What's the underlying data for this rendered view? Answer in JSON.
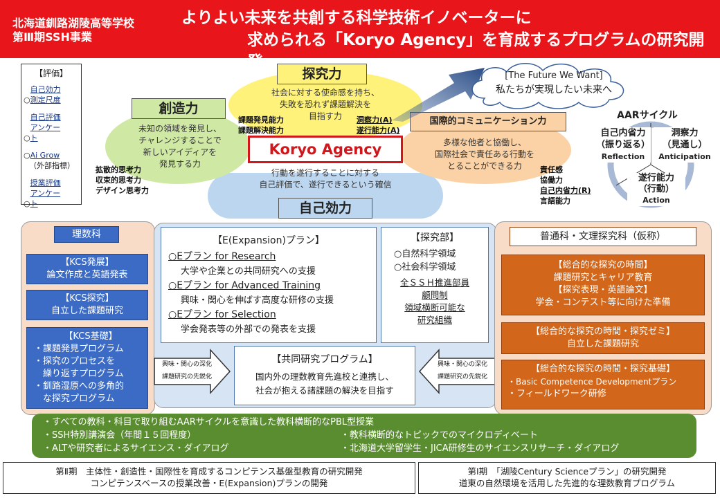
{
  "header": {
    "school_line1": "北海道釧路湖陵高等学校",
    "school_line2": "第Ⅲ期SSH事業",
    "title_line1": "よりよい未来を共創する科学技術イノベーターに",
    "title_line2": "求められる「Koryo Agency」を育成するプログラムの研究開発"
  },
  "evaluation": {
    "heading": "【評価】",
    "items": [
      {
        "prefix": "○",
        "text": "自己効力測定尺度"
      },
      {
        "prefix": "○",
        "text": "自己評価アンケート"
      },
      {
        "prefix": "○",
        "text": "Ai Grow",
        "sub": "（外部指標）"
      },
      {
        "prefix": "○",
        "text": "授業評価アンケート"
      }
    ]
  },
  "competencies": {
    "tankyu": {
      "label": "探究力",
      "desc": "社会に対する使命感を持ち、\n失敗を恐れず課題解決を\n目指す力"
    },
    "tankyu_skills_left": [
      "課題発見能力",
      "課題解決能力"
    ],
    "tankyu_skills_right": [
      "洞察力(A)",
      "遂行能力(A)"
    ],
    "sozo": {
      "label": "創造力",
      "desc": "未知の領域を発見し、\nチャレンジすることで\n新しいアイディアを\n発見する力"
    },
    "sozo_skills": [
      "拡散的思考力",
      "収束的思考力",
      "デザイン思考力"
    ],
    "kokusai": {
      "label": "国際的コミュニケーション力",
      "desc": "多様な他者と協働し、\n国際社会で責任ある行動を\nとることができる力"
    },
    "kokusai_skills": [
      "責任感",
      "協働力",
      "自己内省力(R)",
      "言語能力"
    ],
    "jiko": {
      "label": "自己効力",
      "desc": "行動を遂行することに対する\n自己評価で、遂行できるという確信"
    },
    "center": "Koryo Agency"
  },
  "future_cloud": {
    "line1": "[The Future We Want]",
    "line2": "私たちが実現したい未来へ"
  },
  "aar": {
    "title": "AARサイクル",
    "reflection": {
      "jp1": "自己内省力",
      "jp2": "（振り返る）",
      "en": "Reflection"
    },
    "anticipation": {
      "jp1": "洞察力",
      "jp2": "（見通し）",
      "en": "Anticipation"
    },
    "action": {
      "jp1": "遂行能力",
      "jp2": "（行動）",
      "en": "Action"
    }
  },
  "left_panel": {
    "heading": "理数科",
    "items": [
      {
        "title": "【KCS発展】",
        "body": "論文作成と英語発表"
      },
      {
        "title": "【KCS探究】",
        "body": "自立した課題研究"
      },
      {
        "title": "【KCS基礎】",
        "lines": [
          "・課題発見プログラム",
          "・探究のプロセスを",
          "　繰り返すプログラム",
          "・釧路湿原への多角的",
          "　な探究プログラム"
        ]
      }
    ]
  },
  "center_panel": {
    "expansion": {
      "heading": "【E(Expansion)プラン】",
      "plans": [
        {
          "title": "○Eプラン for Research",
          "desc": "大学や企業との共同研究への支援"
        },
        {
          "title": "○Eプラン for Advanced Training",
          "desc": "興味・関心を伸ばす高度な研修の支援"
        },
        {
          "title": "○Eプラン for Selection",
          "desc": "学会発表等の外部での発表を支援"
        }
      ]
    },
    "tankyubu": {
      "heading": "【探究部】",
      "fields": [
        "○自然科学領域",
        "○社会科学領域"
      ],
      "note": [
        "全ＳＳＨ推進部員",
        "顧問制",
        "領域横断可能な",
        "研究組織"
      ]
    },
    "joint": {
      "heading": "【共同研究プログラム】",
      "desc_line1": "国内外の理数教育先進校と連携し、",
      "desc_line2": "社会が抱える諸課題の解決を目指す"
    },
    "arrow_left": {
      "line1": "興味・関心の深化",
      "line2": "課題研究の先鋭化"
    },
    "arrow_right": {
      "line1": "興味・関心の深化",
      "line2": "課題研究の先鋭化"
    }
  },
  "right_panel": {
    "heading": "普通科・文理探究科（仮称）",
    "items": [
      {
        "lines": [
          "【総合的な探究の時間】",
          "課題研究とキャリア教育",
          "【探究表現・英語論文】",
          "学会・コンテスト等に向けた準備"
        ]
      },
      {
        "lines": [
          "【総合的な探究の時間・探究ゼミ】",
          "自立した課題研究"
        ]
      },
      {
        "lines": [
          "【総合的な探究の時間・探究基礎】",
          "・Basic Competence Developmentプラン",
          "・フィールドワーク研修"
        ]
      }
    ]
  },
  "green_bar": {
    "line1": "・すべての教科・科目で取り組むAARサイクルを意識した教科横断的なPBL型授業",
    "line2_left": "・SSH特別講演会（年間１５回程度）",
    "line2_right": "・教科横断的なトピックでのマイクロディベート",
    "line3_left": "・ALTや研究者によるサイエンス・ダイアログ",
    "line3_right": "・北海道大学留学生・JICA研修生のサイエンスリサーチ・ダイアログ"
  },
  "footer": {
    "left_line1": "第Ⅱ期　主体性・創造性・国際性を育成するコンピテンス基盤型教育の研究開発",
    "left_line2": "コンピテンスベースの授業改善・E(Expansion)プランの開発",
    "right_line1": "第Ⅰ期　「湖陵Century Scienceプラン」の研究開発",
    "right_line2": "道東の自然環境を活用した先進的な理数教育プログラム"
  },
  "colors": {
    "header_red": "#e8161a",
    "tankyu_yellow": "#fff27a",
    "sozo_green": "#cfe9a4",
    "kokusai_orange": "#fbd2a6",
    "jiko_blue": "#bcd6ef",
    "science_blue": "#3b6bc4",
    "general_orange": "#d2661b",
    "common_green": "#5a8d2f",
    "aar_ring": "#a8b9d6"
  }
}
